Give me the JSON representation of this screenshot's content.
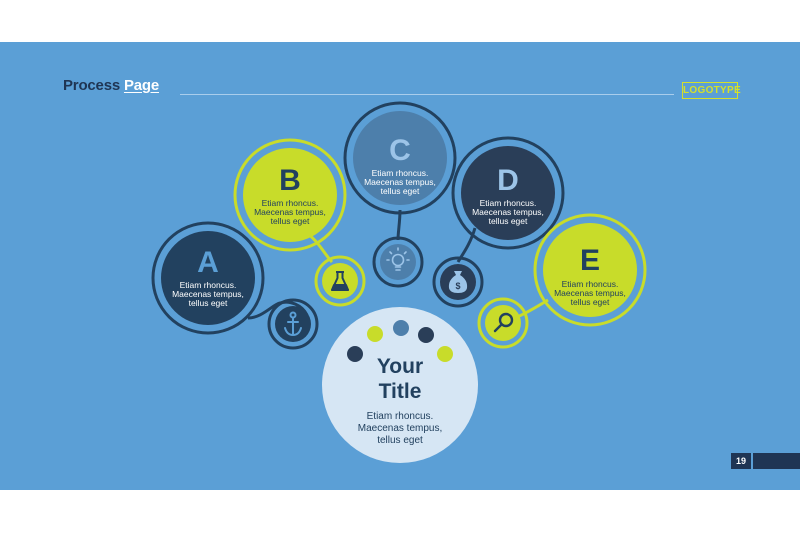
{
  "header": {
    "title_part1": "Process",
    "title_part2": "Page",
    "logo": "LOGOTYPE"
  },
  "steps": [
    {
      "letter": "A",
      "text": [
        "Etiam rhoncus.",
        "Maecenas tempus,",
        "tellus eget"
      ],
      "icon": "anchor-icon",
      "color": "#22415f"
    },
    {
      "letter": "B",
      "text": [
        "Etiam rhoncus.",
        "Maecenas tempus,",
        "tellus eget"
      ],
      "icon": "flask-icon",
      "color": "#c8dc2a"
    },
    {
      "letter": "C",
      "text": [
        "Etiam rhoncus.",
        "Maecenas tempus,",
        "tellus eget"
      ],
      "icon": "lightbulb-icon",
      "color": "#4d7fab"
    },
    {
      "letter": "D",
      "text": [
        "Etiam rhoncus.",
        "Maecenas tempus,",
        "tellus eget"
      ],
      "icon": "money-bag-icon",
      "color": "#2a3e58"
    },
    {
      "letter": "E",
      "text": [
        "Etiam rhoncus.",
        "Maecenas tempus,",
        "tellus eget"
      ],
      "icon": "magnifier-icon",
      "color": "#c8dc2a"
    }
  ],
  "center": {
    "title_line1": "Your",
    "title_line2": "Title",
    "text": [
      "Etiam rhoncus.",
      "Maecenas tempus,",
      "tellus eget"
    ]
  },
  "page_number": "19",
  "colors": {
    "background": "#5b9fd6",
    "navy": "#22415f",
    "lime": "#c8dc2a",
    "steel": "#4d7fab",
    "center_fill": "#d6e6f4"
  }
}
